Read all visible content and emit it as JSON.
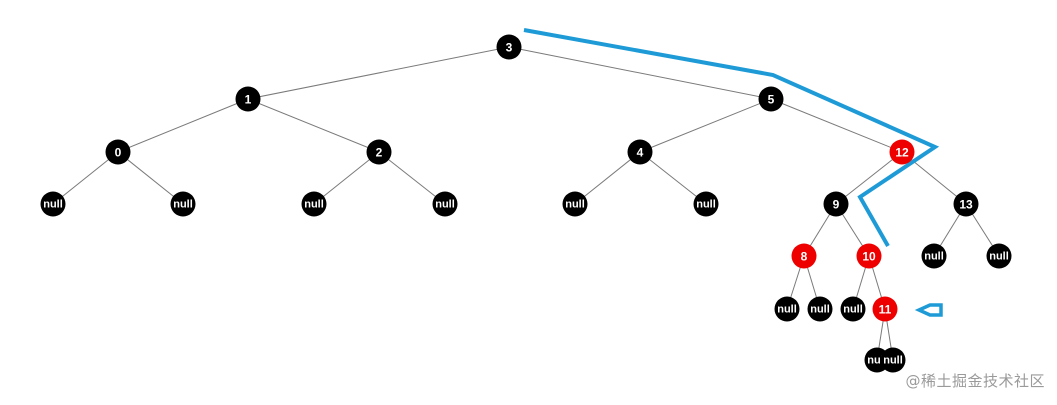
{
  "tree": {
    "nodes": [
      {
        "id": "n3",
        "label": "3",
        "color": "black"
      },
      {
        "id": "n1",
        "label": "1",
        "color": "black"
      },
      {
        "id": "n5",
        "label": "5",
        "color": "black"
      },
      {
        "id": "n0",
        "label": "0",
        "color": "black"
      },
      {
        "id": "n2",
        "label": "2",
        "color": "black"
      },
      {
        "id": "n4",
        "label": "4",
        "color": "black"
      },
      {
        "id": "n12",
        "label": "12",
        "color": "red"
      },
      {
        "id": "n9",
        "label": "9",
        "color": "black"
      },
      {
        "id": "n13",
        "label": "13",
        "color": "black"
      },
      {
        "id": "n8",
        "label": "8",
        "color": "red"
      },
      {
        "id": "n10",
        "label": "10",
        "color": "red"
      },
      {
        "id": "n11",
        "label": "11",
        "color": "red"
      },
      {
        "id": "null0a",
        "label": "null",
        "color": "black"
      },
      {
        "id": "null0b",
        "label": "null",
        "color": "black"
      },
      {
        "id": "null2a",
        "label": "null",
        "color": "black"
      },
      {
        "id": "null2b",
        "label": "null",
        "color": "black"
      },
      {
        "id": "null4a",
        "label": "null",
        "color": "black"
      },
      {
        "id": "null4b",
        "label": "null",
        "color": "black"
      },
      {
        "id": "null13a",
        "label": "null",
        "color": "black"
      },
      {
        "id": "null13b",
        "label": "null",
        "color": "black"
      },
      {
        "id": "null8a",
        "label": "null",
        "color": "black"
      },
      {
        "id": "null8b",
        "label": "null",
        "color": "black"
      },
      {
        "id": "null10a",
        "label": "null",
        "color": "black"
      },
      {
        "id": "null11a",
        "label": "null",
        "color": "black"
      },
      {
        "id": "null11b",
        "label": "null",
        "color": "black"
      }
    ],
    "edges": [
      [
        "n3",
        "n1"
      ],
      [
        "n3",
        "n5"
      ],
      [
        "n1",
        "n0"
      ],
      [
        "n1",
        "n2"
      ],
      [
        "n5",
        "n4"
      ],
      [
        "n5",
        "n12"
      ],
      [
        "n0",
        "null0a"
      ],
      [
        "n0",
        "null0b"
      ],
      [
        "n2",
        "null2a"
      ],
      [
        "n2",
        "null2b"
      ],
      [
        "n4",
        "null4a"
      ],
      [
        "n4",
        "null4b"
      ],
      [
        "n12",
        "n9"
      ],
      [
        "n12",
        "n13"
      ],
      [
        "n9",
        "n8"
      ],
      [
        "n9",
        "n10"
      ],
      [
        "n13",
        "null13a"
      ],
      [
        "n13",
        "null13b"
      ],
      [
        "n8",
        "null8a"
      ],
      [
        "n8",
        "null8b"
      ],
      [
        "n10",
        "null10a"
      ],
      [
        "n10",
        "n11"
      ],
      [
        "n11",
        "null11a"
      ],
      [
        "n11",
        "null11b"
      ]
    ]
  },
  "colors": {
    "black_node": "#000000",
    "red_node": "#ee0000",
    "edge": "#7a7a7a",
    "annotation": "#1e9bd7",
    "node_text": "#ffffff",
    "watermark": "#9a9a9a"
  },
  "annotations": {
    "path_icon": "blue-path-line",
    "arrow_icon": "left-arrow-icon"
  },
  "watermark": "@稀土掘金技术社区"
}
